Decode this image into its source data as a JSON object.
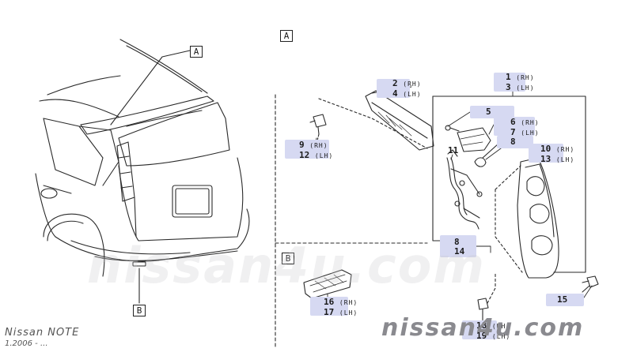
{
  "model": {
    "name": "Nissan NOTE",
    "date": "1.2006 - ..."
  },
  "watermark": "nissan4u.com",
  "views": {
    "a": "A",
    "b": "B"
  },
  "callouts": {
    "c1": {
      "top": "1",
      "bottom": "3",
      "top_side": "(RH)",
      "bottom_side": "(LH)"
    },
    "c2": {
      "top": "2",
      "bottom": "4",
      "top_side": "(RH)",
      "bottom_side": "(LH)"
    },
    "c5": {
      "top": "5"
    },
    "c6": {
      "top": "6",
      "bottom": "7",
      "top_side": "(RH)",
      "bottom_side": "(LH)"
    },
    "c8a": {
      "top": "8"
    },
    "c9": {
      "top": "9",
      "bottom": "12",
      "top_side": "(RH)",
      "bottom_side": "(LH)"
    },
    "c10": {
      "top": "10",
      "bottom": "13",
      "top_side": "(RH)",
      "bottom_side": "(LH)"
    },
    "c11": {
      "top": "11"
    },
    "c8b": {
      "top": "8",
      "bottom": "14"
    },
    "c15": {
      "top": "15"
    },
    "c16": {
      "top": "16",
      "bottom": "17",
      "top_side": "(RH)",
      "bottom_side": "(LH)"
    },
    "c18": {
      "top": "18",
      "bottom": "19",
      "top_side": "(RH)",
      "bottom_side": "(LH)"
    }
  }
}
